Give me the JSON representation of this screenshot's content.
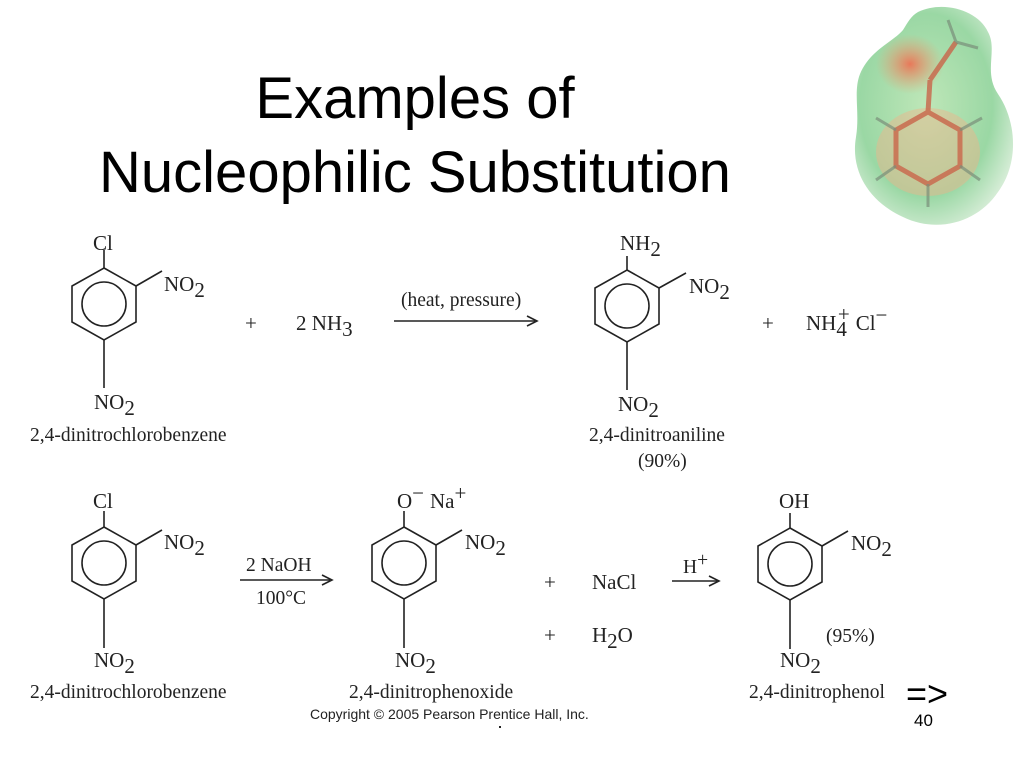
{
  "title": {
    "line1": "Examples of",
    "line2": "Nucleophilic Substitution"
  },
  "molecule_icon": "electrostatic-potential-molecule-icon",
  "reaction1": {
    "reactant": {
      "substituent_top": "Cl",
      "substituent_side": "NO",
      "substituent_side_sub": "2",
      "substituent_bottom": "NO",
      "substituent_bottom_sub": "2",
      "name": "2,4-dinitrochlorobenzene"
    },
    "plus": "+",
    "reagent_coef": "2 NH",
    "reagent_sub": "3",
    "conditions": "(heat, pressure)",
    "product": {
      "substituent_top": "NH",
      "substituent_top_sub": "2",
      "substituent_side": "NO",
      "substituent_side_sub": "2",
      "substituent_bottom": "NO",
      "substituent_bottom_sub": "2",
      "name": "2,4-dinitroaniline",
      "yield": "(90%)"
    },
    "plus2": "+",
    "byproduct": "NH",
    "byproduct_sub": "4",
    "byproduct_sup": "+",
    "byproduct_anion": "Cl",
    "byproduct_anion_sup": "−"
  },
  "reaction2": {
    "reactant": {
      "substituent_top": "Cl",
      "substituent_side": "NO",
      "substituent_side_sub": "2",
      "substituent_bottom": "NO",
      "substituent_bottom_sub": "2",
      "name": "2,4-dinitrochlorobenzene"
    },
    "reagent": "2 NaOH",
    "conditions": "100°C",
    "intermediate": {
      "substituent_top_o": "O",
      "substituent_top_o_sup": "−",
      "substituent_top_na": "Na",
      "substituent_top_na_sup": "+",
      "substituent_side": "NO",
      "substituent_side_sub": "2",
      "substituent_bottom": "NO",
      "substituent_bottom_sub": "2",
      "name": "2,4-dinitrophenoxide"
    },
    "plus_a": "+",
    "side_product_1": "NaCl",
    "plus_b": "+",
    "side_product_2_h": "H",
    "side_product_2_sub": "2",
    "side_product_2_o": "O",
    "acid": "H",
    "acid_sup": "+",
    "product": {
      "substituent_top": "OH",
      "substituent_side": "NO",
      "substituent_side_sub": "2",
      "substituent_bottom": "NO",
      "substituent_bottom_sub": "2",
      "name": "2,4-dinitrophenol",
      "yield": "(95%)"
    }
  },
  "footer": {
    "copyright": "Copyright © 2005 Pearson Prentice Hall, Inc.",
    "next_arrow": "=>",
    "page_number": "40"
  }
}
